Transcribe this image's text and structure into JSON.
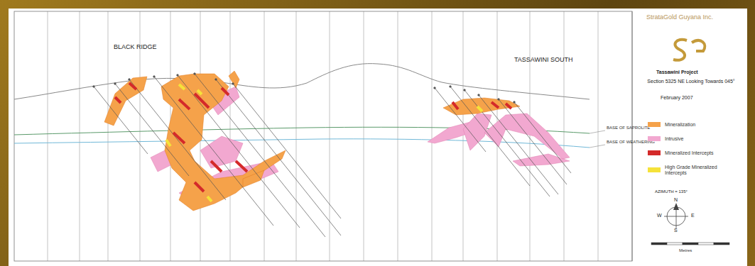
{
  "diagram": {
    "title": "StrataGold Guyana Inc.",
    "labels": [
      "BLACK RIDGE",
      "TASSAWINI SOUTH",
      "Tassawini Project",
      "Section 5325 NE Looking Towards 045°",
      "February 2007",
      "AZIMUTH = 135°",
      "N",
      "W",
      "E",
      "S",
      "BASE OF SAPROLITE",
      "BASE OF WEATHERING",
      "Metres"
    ],
    "legend": [
      {
        "text": "Mineralization",
        "color": "#f5a24a"
      },
      {
        "text": "Intrusive",
        "color": "#f2a8d0"
      },
      {
        "text": "Mineralized Intercepts",
        "color": "#d42a2a"
      },
      {
        "text": "High Grade Mineralized Intercepts",
        "color": "#f5e23a"
      }
    ]
  }
}
